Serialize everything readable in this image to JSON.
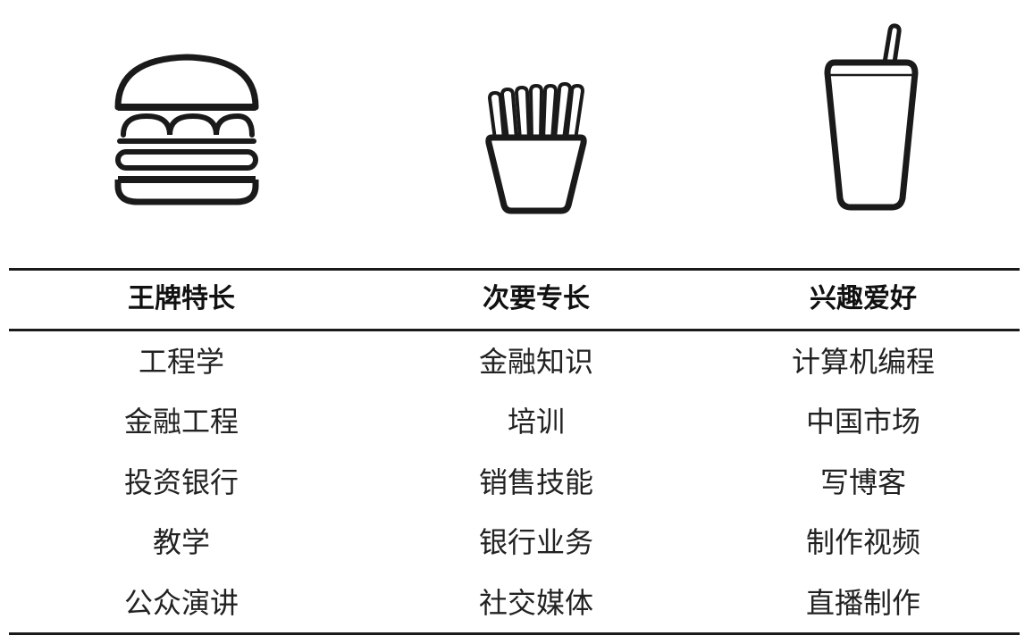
{
  "icons": [
    {
      "name": "hamburger-icon",
      "column": 0
    },
    {
      "name": "fries-icon",
      "column": 1
    },
    {
      "name": "drink-cup-icon",
      "column": 2
    }
  ],
  "table": {
    "headers": [
      "王牌特长",
      "次要专长",
      "兴趣爱好"
    ],
    "columns": [
      [
        "工程学",
        "金融工程",
        "投资银行",
        "教学",
        "公众演讲"
      ],
      [
        "金融知识",
        "培训",
        "销售技能",
        "银行业务",
        "社交媒体"
      ],
      [
        "计算机编程",
        "中国市场",
        "写博客",
        "制作视频",
        "直播制作"
      ]
    ]
  },
  "colors": {
    "ink": "#1a1a1a",
    "background": "#ffffff"
  }
}
